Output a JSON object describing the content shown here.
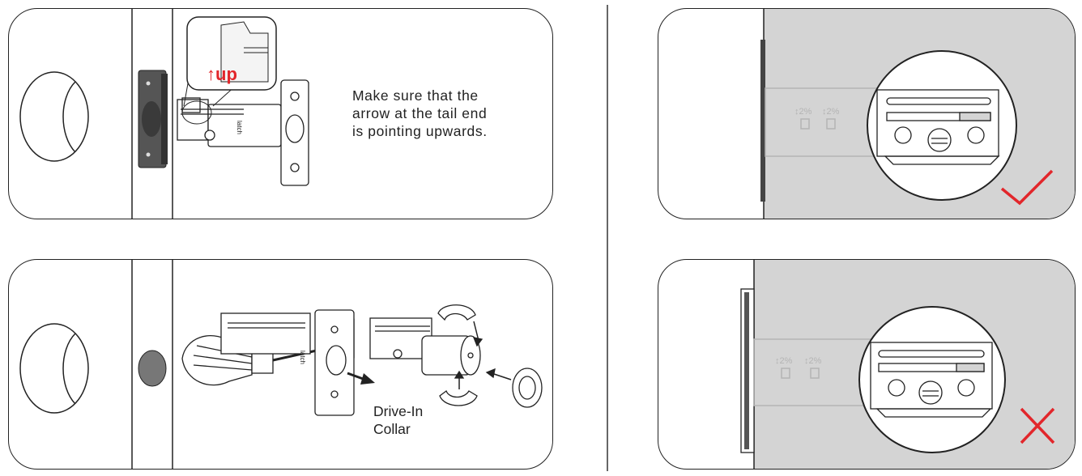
{
  "step1": {
    "instruction_lines": [
      "Make sure that the",
      "arrow at the tail end",
      "is pointing upwards."
    ],
    "arrow_marker": "↑up",
    "latch_stamp": "latch"
  },
  "step2": {
    "collar_label_lines": [
      "Drive-In",
      "Collar"
    ],
    "latch_stamp": "latch"
  },
  "correct": {
    "tail_markings": [
      "↕2%",
      "↕2%"
    ],
    "result_icon": "check-mark-icon",
    "result_color": "#e2262b"
  },
  "incorrect": {
    "tail_markings": [
      "↕2%",
      "↕2%"
    ],
    "result_icon": "cross-mark-icon",
    "result_color": "#e2262b"
  },
  "colors": {
    "line": "#222222",
    "door_gray": "#d4d4d4",
    "plate_gray": "#555555",
    "accent_red": "#e2262b"
  }
}
